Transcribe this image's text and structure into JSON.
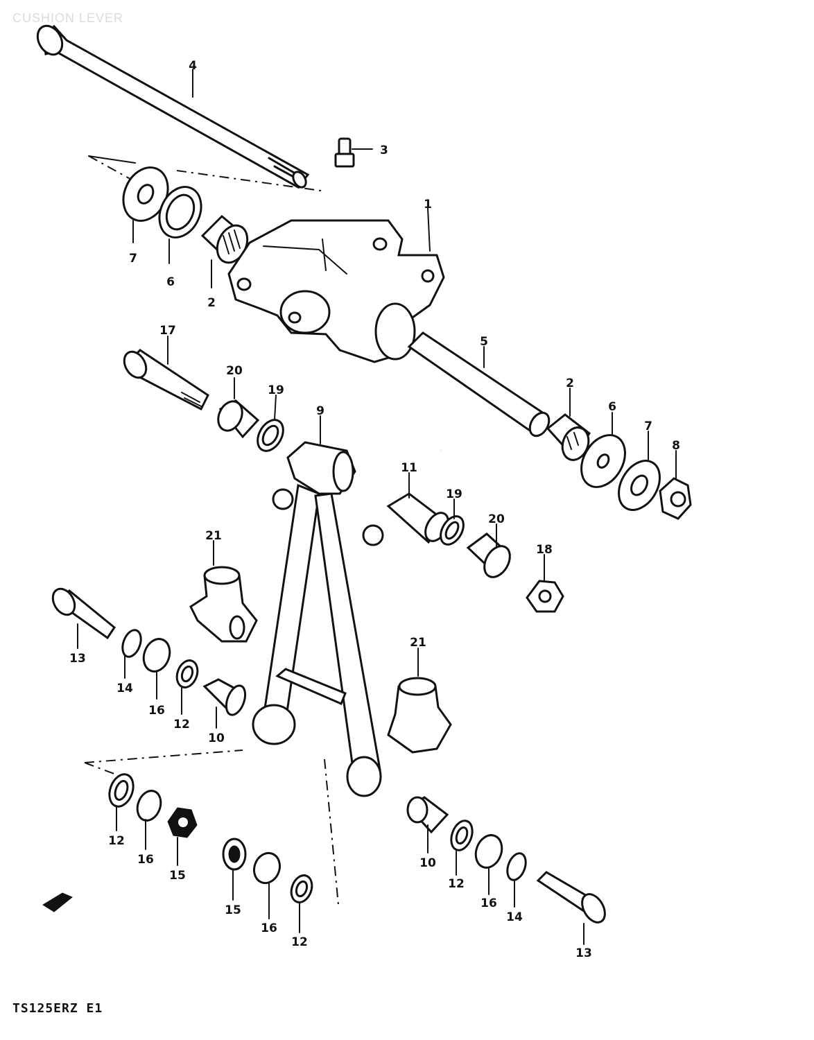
{
  "diagram": {
    "title": "CUSHION LEVER",
    "footer_code": "TS125ERZ  E1",
    "part_labels": [
      "1",
      "2",
      "3",
      "4",
      "5",
      "6",
      "7",
      "8",
      "9",
      "10",
      "11",
      "12",
      "13",
      "14",
      "15",
      "16",
      "17",
      "18",
      "19",
      "20",
      "21"
    ]
  }
}
